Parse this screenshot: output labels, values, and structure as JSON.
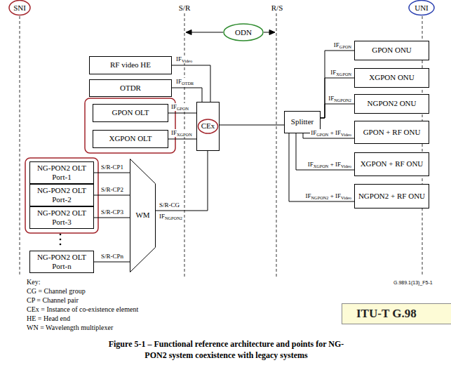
{
  "diagram": {
    "caption": "Figure 5-1 – Functional reference architecture and points for NG-PON2 system coexistence with legacy systems",
    "nodes": [
      {
        "text": [
          "RF video HE"
        ]
      },
      {
        "text": [
          "OTDR"
        ]
      },
      {
        "text": [
          "GPON OLT"
        ]
      },
      {
        "text": [
          "XGPON OLT"
        ]
      },
      {
        "text": [
          "CEx"
        ]
      },
      {
        "text": [
          "Splitter"
        ]
      },
      {
        "text": [
          "GPON ONU"
        ]
      },
      {
        "text": [
          "XGPON ONU"
        ]
      },
      {
        "text": [
          "NGPON2 ONU"
        ]
      },
      {
        "text": [
          "GPON + RF ONU"
        ]
      },
      {
        "text": [
          "XGPON + RF ONU"
        ]
      },
      {
        "text": [
          "NGPON2 + RF ONU"
        ]
      },
      {
        "text": [
          "NG-PON2 OLT Port-1"
        ]
      },
      {
        "text": [
          "NG-PON2 OLT Port-2"
        ]
      },
      {
        "text": [
          "NG-PON2 OLT Port-3"
        ]
      },
      {
        "text": [
          "NG-PON2 OLT Port-n"
        ]
      },
      {
        "text": [
          "WM"
        ]
      }
    ],
    "edges": [
      {
        "from": 0,
        "to": 4,
        "arrow": "none",
        "label": "IFVideo"
      },
      {
        "from": 1,
        "to": 4,
        "arrow": "none",
        "label": "IFOTDR"
      },
      {
        "from": 2,
        "to": 4,
        "arrow": "none",
        "label": "IFGPON"
      },
      {
        "from": 3,
        "to": 4,
        "arrow": "none",
        "label": "IFXGPON"
      },
      {
        "from": 12,
        "to": 16,
        "arrow": "none",
        "label": "S/R-CP1"
      },
      {
        "from": 13,
        "to": 16,
        "arrow": "none",
        "label": "S/R-CP2"
      },
      {
        "from": 14,
        "to": 16,
        "arrow": "none",
        "label": "S/R-CP3"
      },
      {
        "from": 15,
        "to": 16,
        "arrow": "none",
        "label": "S/R-CPn"
      },
      {
        "from": 16,
        "to": 4,
        "arrow": "none",
        "label": "S/R-CG"
      },
      {
        "from": 4,
        "to": 5,
        "arrow": "none"
      },
      {
        "from": 5,
        "to": 6,
        "arrow": "none",
        "label": "IFGPON"
      },
      {
        "from": 5,
        "to": 7,
        "arrow": "none",
        "label": "IFXGPON"
      },
      {
        "from": 5,
        "to": 8,
        "arrow": "none",
        "label": "IFNGPON2"
      },
      {
        "from": 5,
        "to": 9,
        "arrow": "none",
        "label": "IFGPON + IFVideo"
      },
      {
        "from": 5,
        "to": 10,
        "arrow": "none",
        "label": "IFXGPON + IFVideo"
      },
      {
        "from": 5,
        "to": 11,
        "arrow": "none",
        "label": "IFNGPON2 + IFVideo"
      }
    ],
    "labels": [
      "SNI",
      "S/R",
      "ODN",
      "R/S",
      "UNI",
      "IFNGPON2",
      "Key:",
      "CG = Channel group",
      "CP = Channel pair",
      "CEx = Instance of co-existence element",
      "HE = Head end",
      "WN = Wavelength multiplexer",
      "G.989.1(13)_F5-1",
      "ITU-T G.98"
    ]
  }
}
